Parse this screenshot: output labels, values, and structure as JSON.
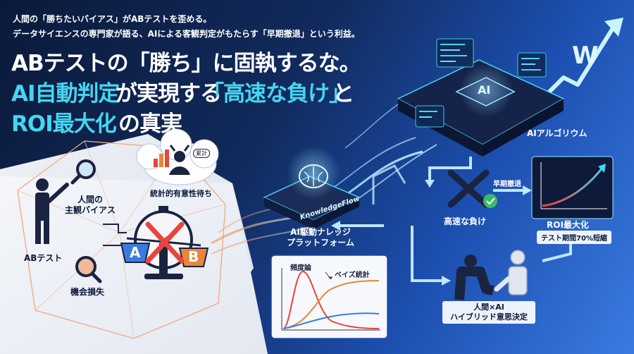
{
  "header": {
    "line1": "人間の「勝ちたいバイアス」がABテストを歪める。",
    "line2": "データサイエンスの専門家が語る、AIによる客観判定がもたらす「早期撤退」という利益。"
  },
  "title": {
    "line1": "ABテストの「勝ち」に固執するな。",
    "line2_a": "AI自動判定",
    "line2_b": "が実現する",
    "line2_c": "「高速な負け」",
    "line2_d": "と",
    "line3_a": "ROI最大化",
    "line3_b": "の真実"
  },
  "left_panel": {
    "bias_label": "人間の\n主観バイアス",
    "abtest_label": "ABテスト",
    "loss_label": "機会損失",
    "waiting_label": "統計的有意性待ち",
    "cloud_tag": "累計",
    "ab_a": "A",
    "ab_b": "B"
  },
  "platform": {
    "chip_text": "KnowledgeFlow",
    "label": "AI駆動ナレッジ\nプラットフォーム"
  },
  "algorithm": {
    "chip_text": "AI",
    "label": "AIアルゴリウム"
  },
  "fast_loss": {
    "label": "高速な負け",
    "early_exit": "早期撤退"
  },
  "roi": {
    "label": "ROI最大化",
    "badge": "テスト期間70%短縮"
  },
  "stats": {
    "freq": "頻度論",
    "bayes": "ベイズ統計"
  },
  "hybrid": {
    "label": "人間×AI\nハイブリッド意思決定"
  },
  "colors": {
    "accent_cyan": "#45d6f0",
    "alert_red": "#e8453c",
    "brand_blue": "#1c4fb0"
  }
}
